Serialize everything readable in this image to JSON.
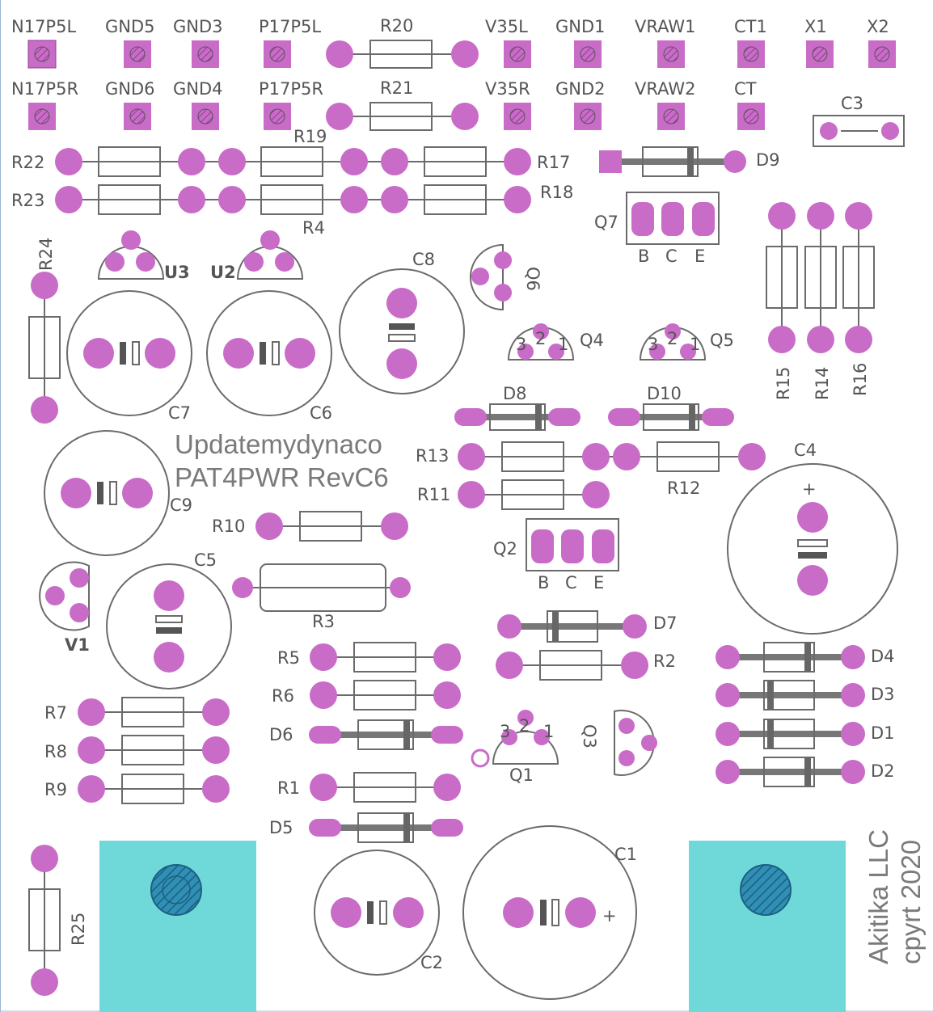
{
  "board": {
    "title_line1": "Updatemydynaco",
    "title_line2": "PAT4PWR RevC6",
    "credit_line1": "Akitika LLC",
    "credit_line2": "cpyrt 2020"
  },
  "colors": {
    "pad": "#c86cc8",
    "pad_hatch": "#8f3c8f",
    "silkscreen": "#6b6b6b",
    "heatsink": "#6fd9d9",
    "mount_hole": "#2a8ab0"
  },
  "connectors_row1": [
    "N17P5L",
    "GND5",
    "GND3",
    "P17P5L",
    "V35L",
    "GND1",
    "VRAW1",
    "CT1",
    "X1",
    "X2"
  ],
  "connectors_row2": [
    "N17P5R",
    "GND6",
    "GND4",
    "P17P5R",
    "V35R",
    "GND2",
    "VRAW2",
    "CT"
  ],
  "resistors": {
    "r20": "R20",
    "r21": "R21",
    "r22": "R22",
    "r23": "R23",
    "r19": "R19",
    "r17": "R17",
    "r18": "R18",
    "r4": "R4",
    "r24": "R24",
    "r15": "R15",
    "r14": "R14",
    "r16": "R16",
    "r13": "R13",
    "r11": "R11",
    "r12": "R12",
    "r10": "R10",
    "r3": "R3",
    "r5": "R5",
    "r6": "R6",
    "r2": "R2",
    "r7": "R7",
    "r8": "R8",
    "r9": "R9",
    "r1": "R1",
    "r25": "R25"
  },
  "capacitors": {
    "c3": "C3",
    "c8": "C8",
    "c7": "C7",
    "c6": "C6",
    "c4": "C4",
    "c9": "C9",
    "c5": "C5",
    "c1": "C1",
    "c2": "C2"
  },
  "diodes": {
    "d9": "D9",
    "d8": "D8",
    "d10": "D10",
    "d7": "D7",
    "d4": "D4",
    "d3": "D3",
    "d1": "D1",
    "d2": "D2",
    "d6": "D6",
    "d5": "D5"
  },
  "transistors": {
    "q7": "Q7",
    "q6": "Q6",
    "q4": "Q4",
    "q5": "Q5",
    "q2": "Q2",
    "q1": "Q1",
    "q3": "Q3",
    "pin_b": "B",
    "pin_c": "C",
    "pin_e": "E"
  },
  "regulators": {
    "u3": "U3",
    "u2": "U2",
    "v1": "V1"
  },
  "pin_numbers": {
    "p1": "1",
    "p2": "2",
    "p3": "3"
  },
  "plus": "+"
}
